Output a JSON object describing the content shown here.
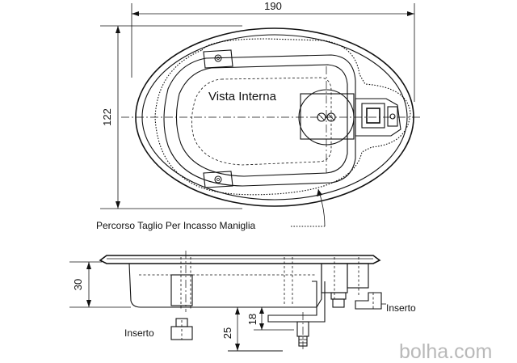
{
  "dimensions": {
    "width": "190",
    "height": "122",
    "depth": "30",
    "insert_height": "18",
    "insert_offset": "25"
  },
  "labels": {
    "view": "Vista Interna",
    "cut_path": "Percorso Taglio Per Incasso Maniglia",
    "insert_right": "Inserto",
    "insert_left": "Inserto"
  },
  "watermark": "bolha.com"
}
